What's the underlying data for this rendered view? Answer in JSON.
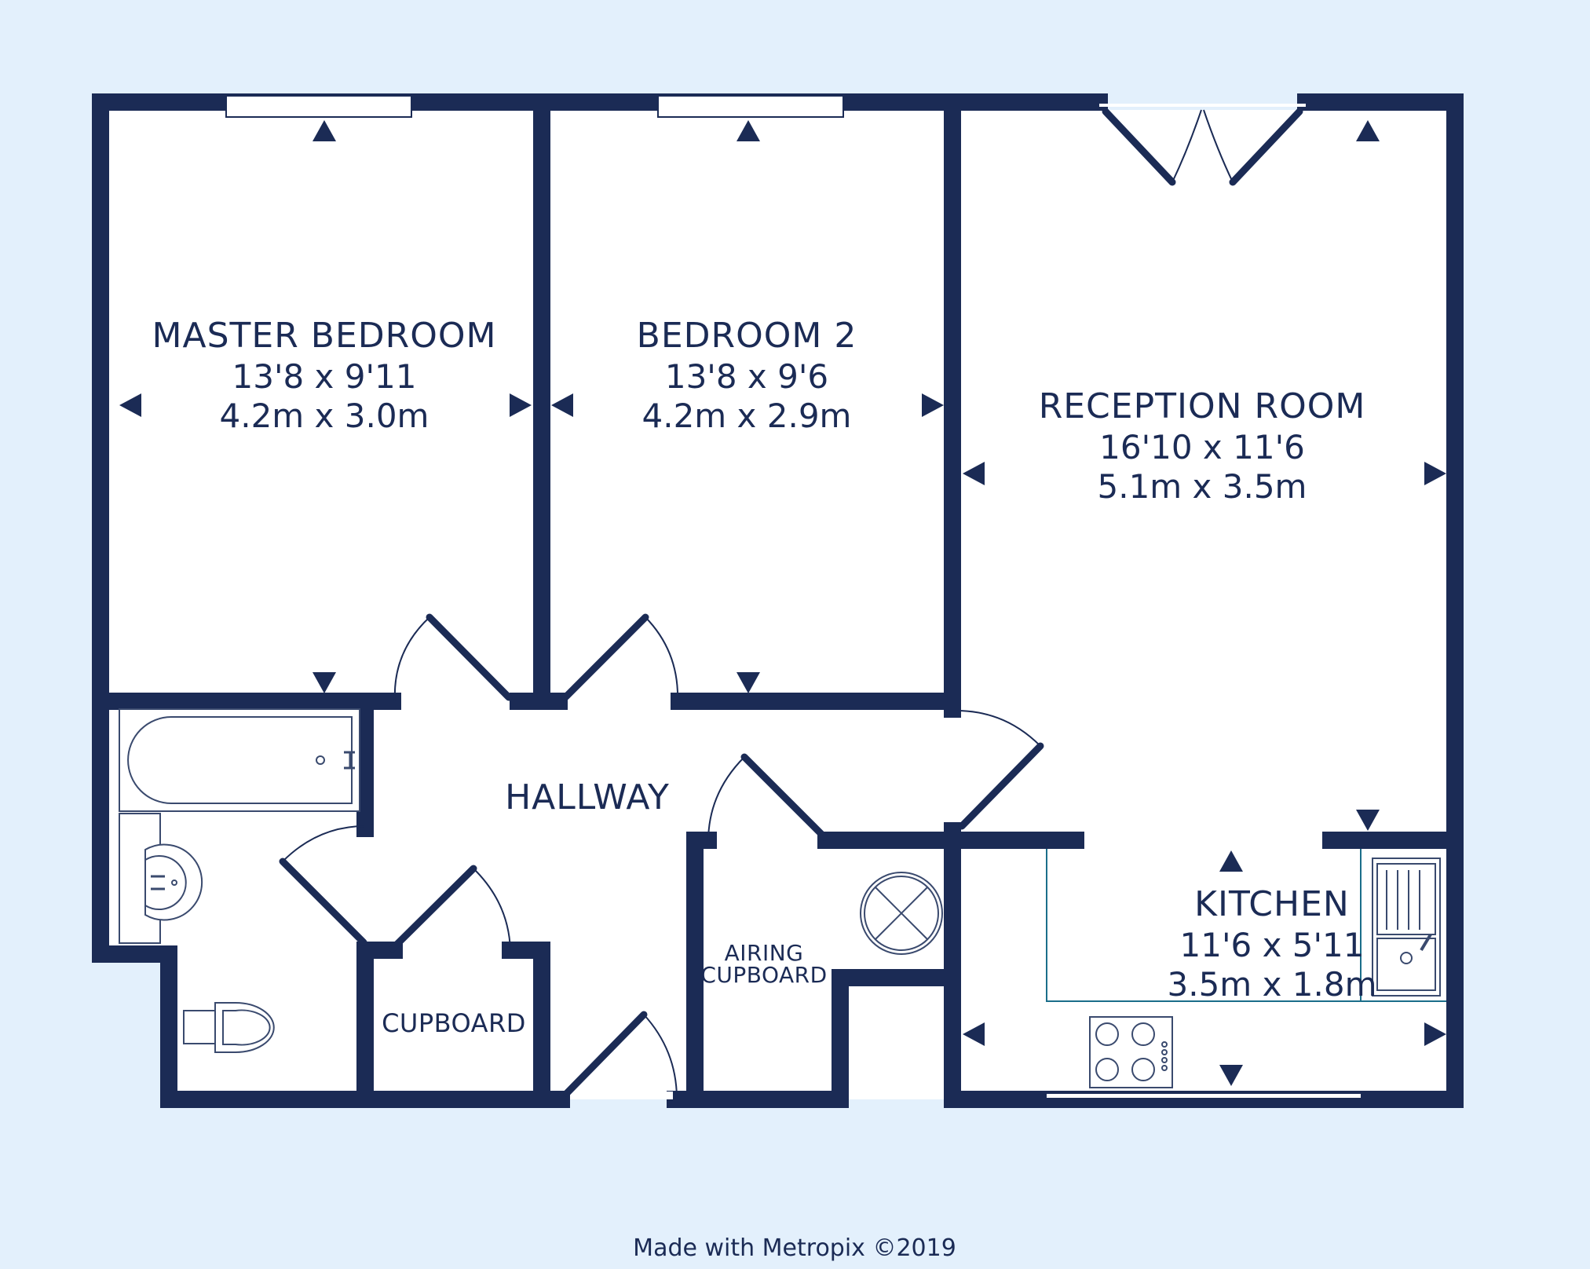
{
  "colors": {
    "background": "#e3f0fc",
    "floor": "#ffffff",
    "wall": "#1b2b55",
    "fixture": "#3a4a6e"
  },
  "rooms": [
    {
      "name": "MASTER BEDROOM",
      "imperial": "13'8 x 9'11",
      "metric": "4.2m x 3.0m"
    },
    {
      "name": "BEDROOM 2",
      "imperial": "13'8 x 9'6",
      "metric": "4.2m x 2.9m"
    },
    {
      "name": "RECEPTION ROOM",
      "imperial": "16'10 x 11'6",
      "metric": "5.1m x 3.5m"
    },
    {
      "name": "KITCHEN",
      "imperial": "11'6 x 5'11",
      "metric": "3.5m x 1.8m"
    }
  ],
  "labels": {
    "hallway": "HALLWAY",
    "cupboard": "CUPBOARD",
    "airing_line1": "AIRING",
    "airing_line2": "CUPBOARD"
  },
  "fixtures": [
    "bath",
    "basin",
    "toilet",
    "hob",
    "sink",
    "boiler"
  ],
  "footer": "Made with Metropix ©2019"
}
